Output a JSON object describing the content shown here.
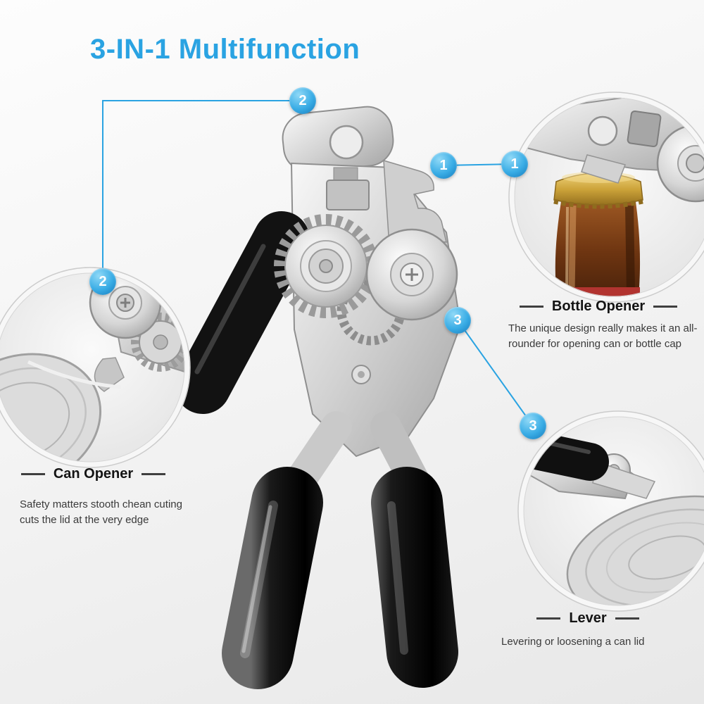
{
  "title": "3-IN-1 Multifunction",
  "badges": {
    "one": "1",
    "two": "2",
    "three": "3"
  },
  "sections": {
    "can_opener": {
      "badge": "2",
      "heading": "Can Opener",
      "description": "Safety matters stooth chean cuting cuts the lid at the very edge"
    },
    "bottle_opener": {
      "badge": "1",
      "heading": "Bottle Opener",
      "description": "The unique design really makes it an all-rounder for opening can or bottle cap"
    },
    "lever": {
      "badge": "3",
      "heading": "Lever",
      "description": "Levering or loosening a can lid"
    }
  },
  "colors": {
    "accent_blue": "#2aa3e2",
    "handle_black": "#111111",
    "metal_silver": "#c9c9c9",
    "cap_gold": "#cda43a",
    "bottle_amber": "#6e3511"
  }
}
